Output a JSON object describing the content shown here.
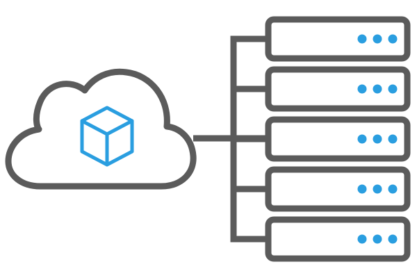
{
  "diagram": {
    "cloud": {
      "icon": "cloud-icon",
      "emblem_icon": "cube-icon"
    },
    "servers": [
      {
        "icon": "server-icon",
        "indicator_count": 3
      },
      {
        "icon": "server-icon",
        "indicator_count": 3
      },
      {
        "icon": "server-icon",
        "indicator_count": 3
      },
      {
        "icon": "server-icon",
        "indicator_count": 3
      },
      {
        "icon": "server-icon",
        "indicator_count": 3
      }
    ],
    "colors": {
      "stroke": "#5b5b5b",
      "accent": "#2a9ee0",
      "background": "#ffffff"
    }
  }
}
